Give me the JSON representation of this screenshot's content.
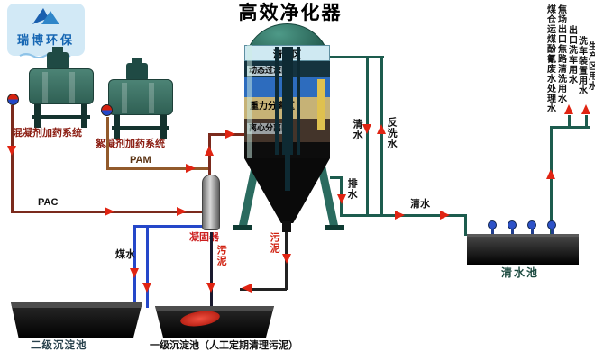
{
  "logo": {
    "name": "瑞博环保"
  },
  "title": "高效净化器",
  "vessel_zones": {
    "clear": "清水区",
    "dynamic_filter": "动态过滤区",
    "gravity": "重力分离区",
    "centrifugal": "离心分离区"
  },
  "dosing_systems": {
    "coagulant": "混凝剂加药系统",
    "flocculant": "絮凝剂加药系统"
  },
  "chemicals": {
    "pac": "PAC",
    "pam": "PAM"
  },
  "equipment": {
    "coagulator": "凝固器",
    "clear_water_pool": "清水池",
    "secondary_tank": "二级沉淀池",
    "primary_tank": "一级沉淀池（人工定期清理污泥）"
  },
  "flows": {
    "coal_water": "煤水",
    "sludge_left": "污泥",
    "sludge_center": "污泥",
    "drain": "排水",
    "clear_water_vertical": "清水",
    "backwash": "反洗水",
    "clear_water_horizontal": "清水"
  },
  "reuse_labels": [
    "煤仓运煤酚氰废水处理水",
    "焦场出口焦路清洗用水",
    "出口洗车用水",
    "洗车装置用水",
    "生产区用水"
  ],
  "colors": {
    "arrow_red": "#e02412",
    "pipe_teal": "#1d5c4e",
    "pipe_blue": "#2547c9",
    "pipe_maroon": "#7b2a1d",
    "pipe_brown": "#925a2b",
    "logo_blue": "#1767b3"
  }
}
